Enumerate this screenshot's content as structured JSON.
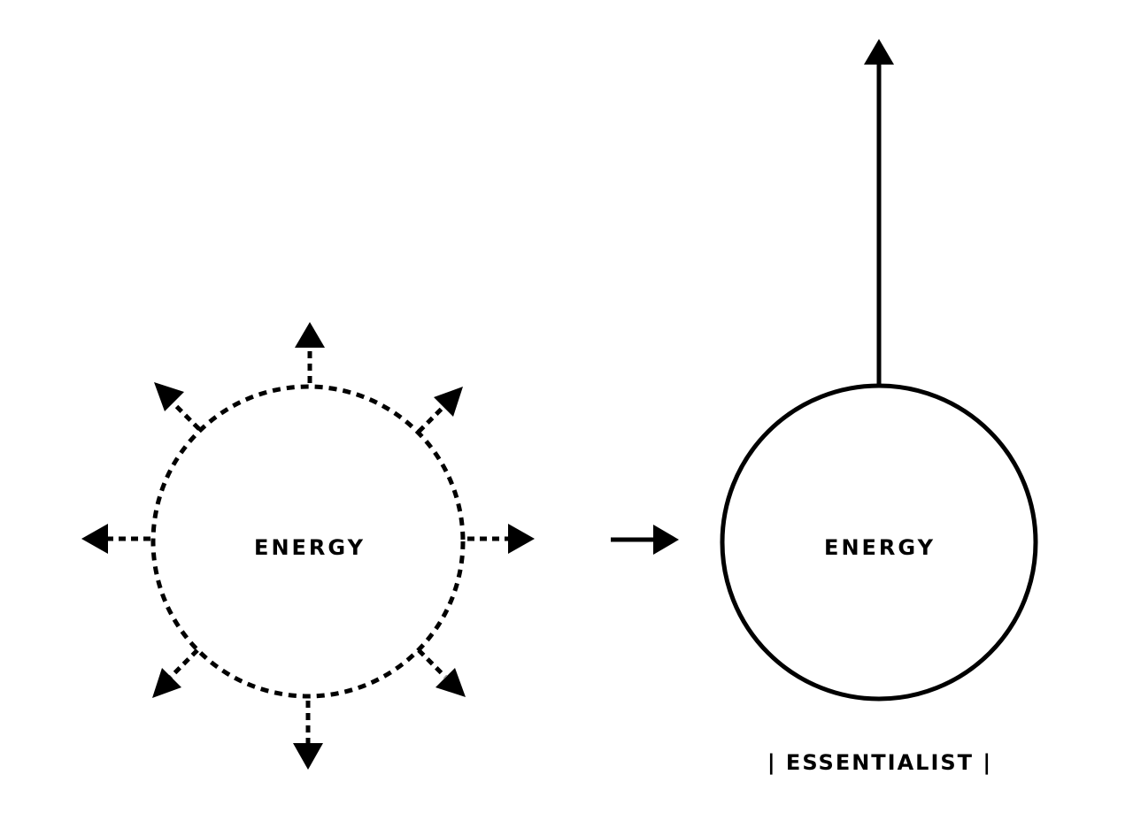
{
  "left_circle": {
    "label": "ENERGY",
    "style": "dashed"
  },
  "right_circle": {
    "label": "ENERGY",
    "style": "solid"
  },
  "caption": "| ESSENTIALIST |",
  "colors": {
    "stroke": "#000000",
    "background": "#ffffff"
  }
}
